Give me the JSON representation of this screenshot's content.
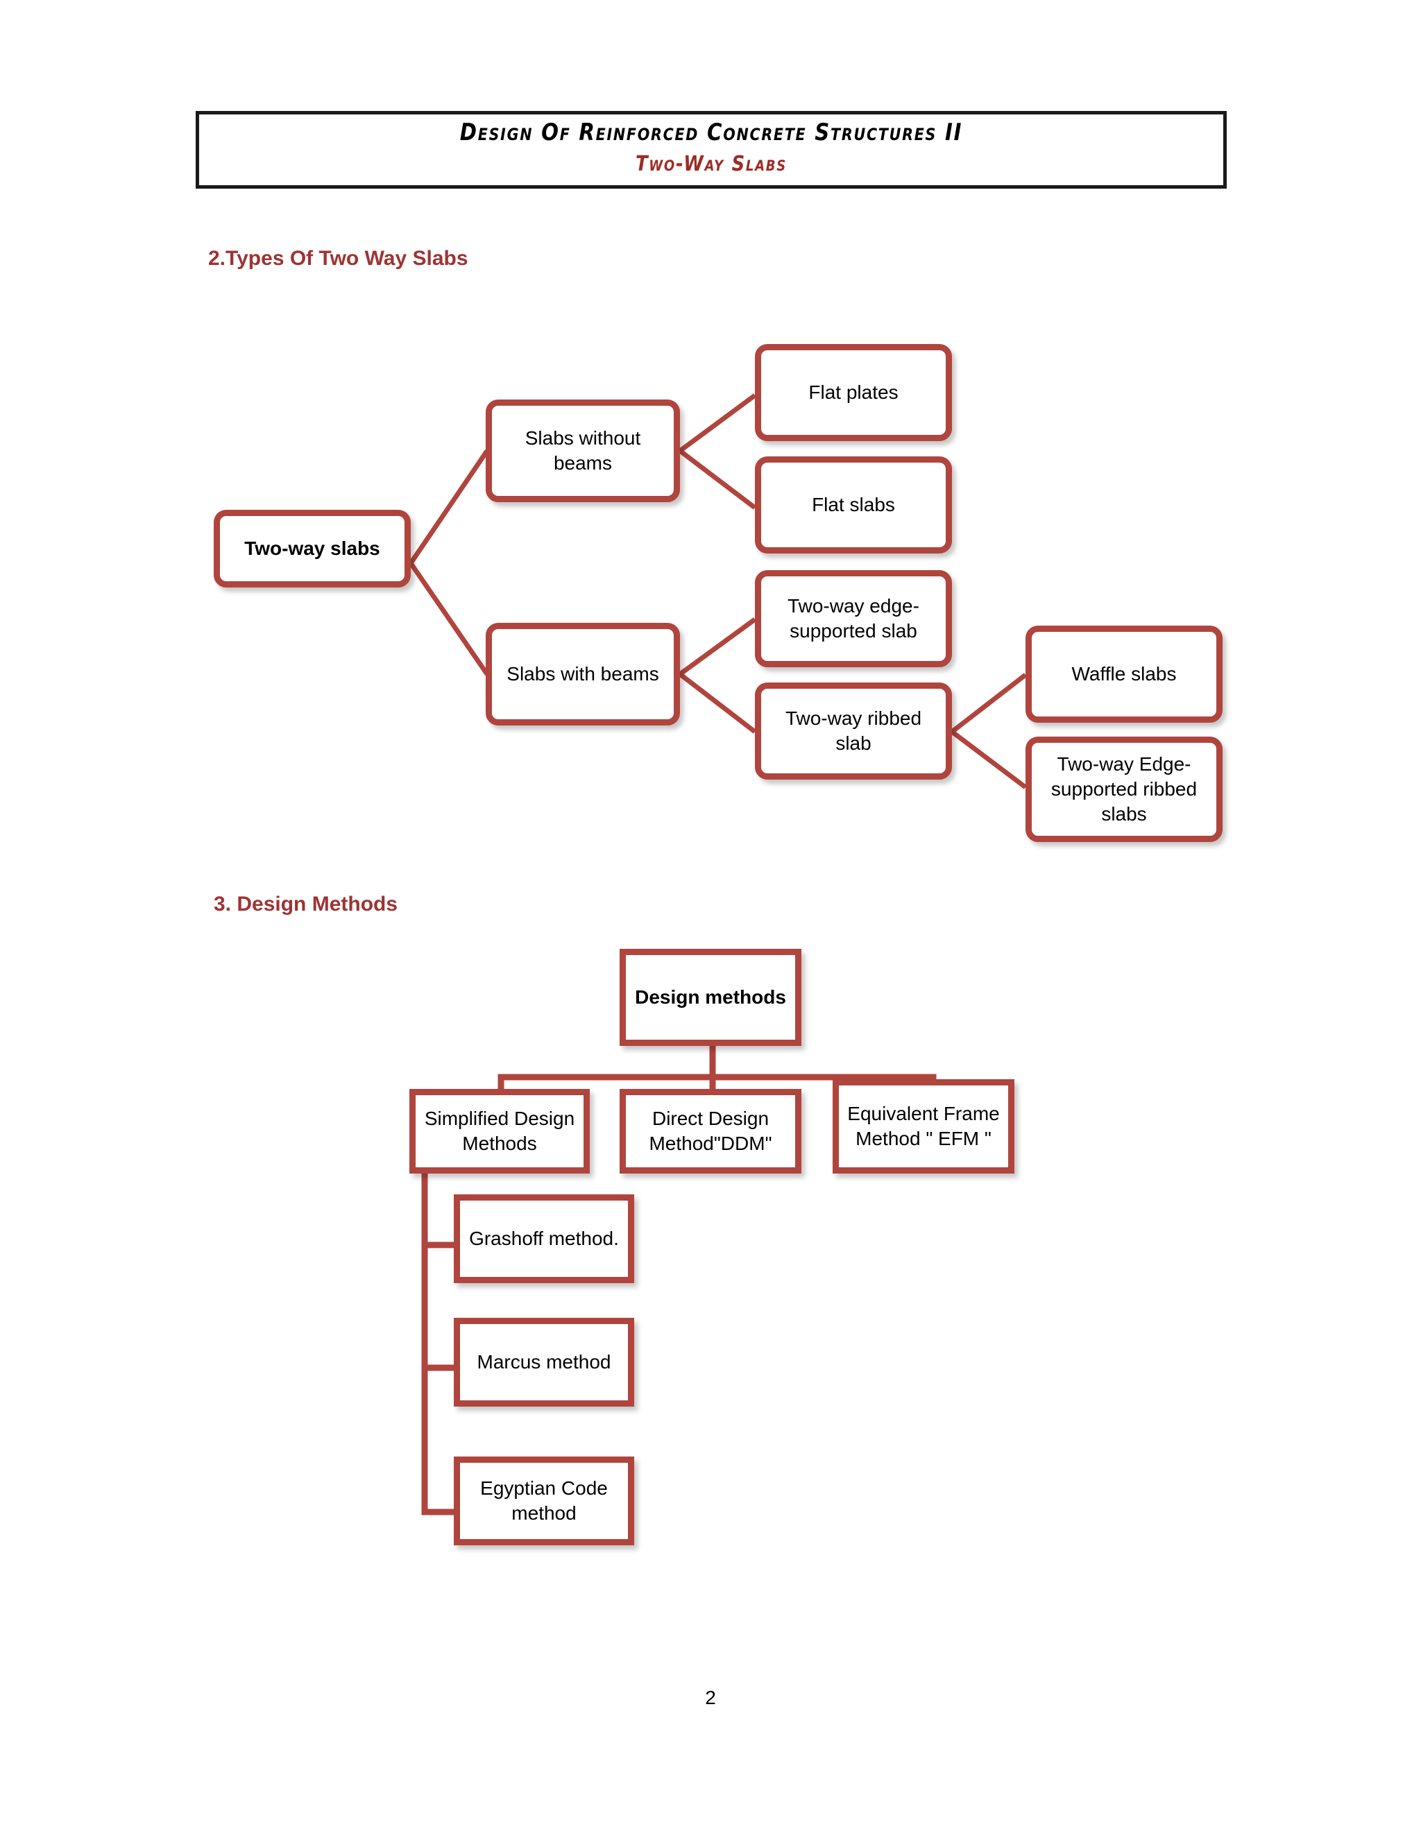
{
  "header": {
    "line1": "Design Of Reinforced Concrete Structures II",
    "line2": "Two-Way Slabs",
    "line1_color": "#000000",
    "line2_color": "#9e2b25",
    "border_color": "#1a1a1a"
  },
  "sections": {
    "types": {
      "heading": "2.Types Of Two Way Slabs",
      "heading_color": "#9e3333"
    },
    "methods": {
      "heading": "3. Design Methods",
      "heading_color": "#9e3333"
    }
  },
  "theme": {
    "box_border_color": "#b0453e",
    "box_fill_color": "#ffffff",
    "connector_color": "#b0453e",
    "text_color": "#000000"
  },
  "diagram_types": {
    "type": "tree",
    "nodes": [
      {
        "id": "two-way-slabs",
        "label": "Two-way slabs",
        "bold": true
      },
      {
        "id": "slabs-without-beams",
        "label": "Slabs without beams",
        "bold": false
      },
      {
        "id": "slabs-with-beams",
        "label": "Slabs with beams",
        "bold": false
      },
      {
        "id": "flat-plates",
        "label": "Flat plates",
        "bold": false
      },
      {
        "id": "flat-slabs",
        "label": "Flat slabs",
        "bold": false
      },
      {
        "id": "two-way-edge-supported-slab",
        "label": "Two-way edge-supported slab",
        "bold": false
      },
      {
        "id": "two-way-ribbed-slab",
        "label": "Two-way ribbed slab",
        "bold": false
      },
      {
        "id": "waffle-slabs",
        "label": "Waffle slabs",
        "bold": false
      },
      {
        "id": "two-way-edge-supported-ribbed-slabs",
        "label": "Two-way Edge-supported ribbed slabs",
        "bold": false
      }
    ],
    "edges": [
      [
        "two-way-slabs",
        "slabs-without-beams"
      ],
      [
        "two-way-slabs",
        "slabs-with-beams"
      ],
      [
        "slabs-without-beams",
        "flat-plates"
      ],
      [
        "slabs-without-beams",
        "flat-slabs"
      ],
      [
        "slabs-with-beams",
        "two-way-edge-supported-slab"
      ],
      [
        "slabs-with-beams",
        "two-way-ribbed-slab"
      ],
      [
        "two-way-ribbed-slab",
        "waffle-slabs"
      ],
      [
        "two-way-ribbed-slab",
        "two-way-edge-supported-ribbed-slabs"
      ]
    ]
  },
  "diagram_methods": {
    "type": "tree",
    "nodes": [
      {
        "id": "design-methods",
        "label": "Design methods",
        "bold": true
      },
      {
        "id": "simplified-design-methods",
        "label": "Simplified Design Methods",
        "bold": false
      },
      {
        "id": "direct-design-method",
        "label": "Direct Design Method\"DDM\"",
        "bold": false
      },
      {
        "id": "equivalent-frame-method",
        "label": "Equivalent Frame Method \" EFM \"",
        "bold": false
      },
      {
        "id": "grashoff-method",
        "label": "Grashoff method.",
        "bold": false
      },
      {
        "id": "marcus-method",
        "label": "Marcus method",
        "bold": false
      },
      {
        "id": "egyptian-code-method",
        "label": "Egyptian Code method",
        "bold": false
      }
    ],
    "edges": [
      [
        "design-methods",
        "simplified-design-methods"
      ],
      [
        "design-methods",
        "direct-design-method"
      ],
      [
        "design-methods",
        "equivalent-frame-method"
      ],
      [
        "simplified-design-methods",
        "grashoff-method"
      ],
      [
        "simplified-design-methods",
        "marcus-method"
      ],
      [
        "simplified-design-methods",
        "egyptian-code-method"
      ]
    ]
  },
  "footer": {
    "page_number": "2"
  }
}
